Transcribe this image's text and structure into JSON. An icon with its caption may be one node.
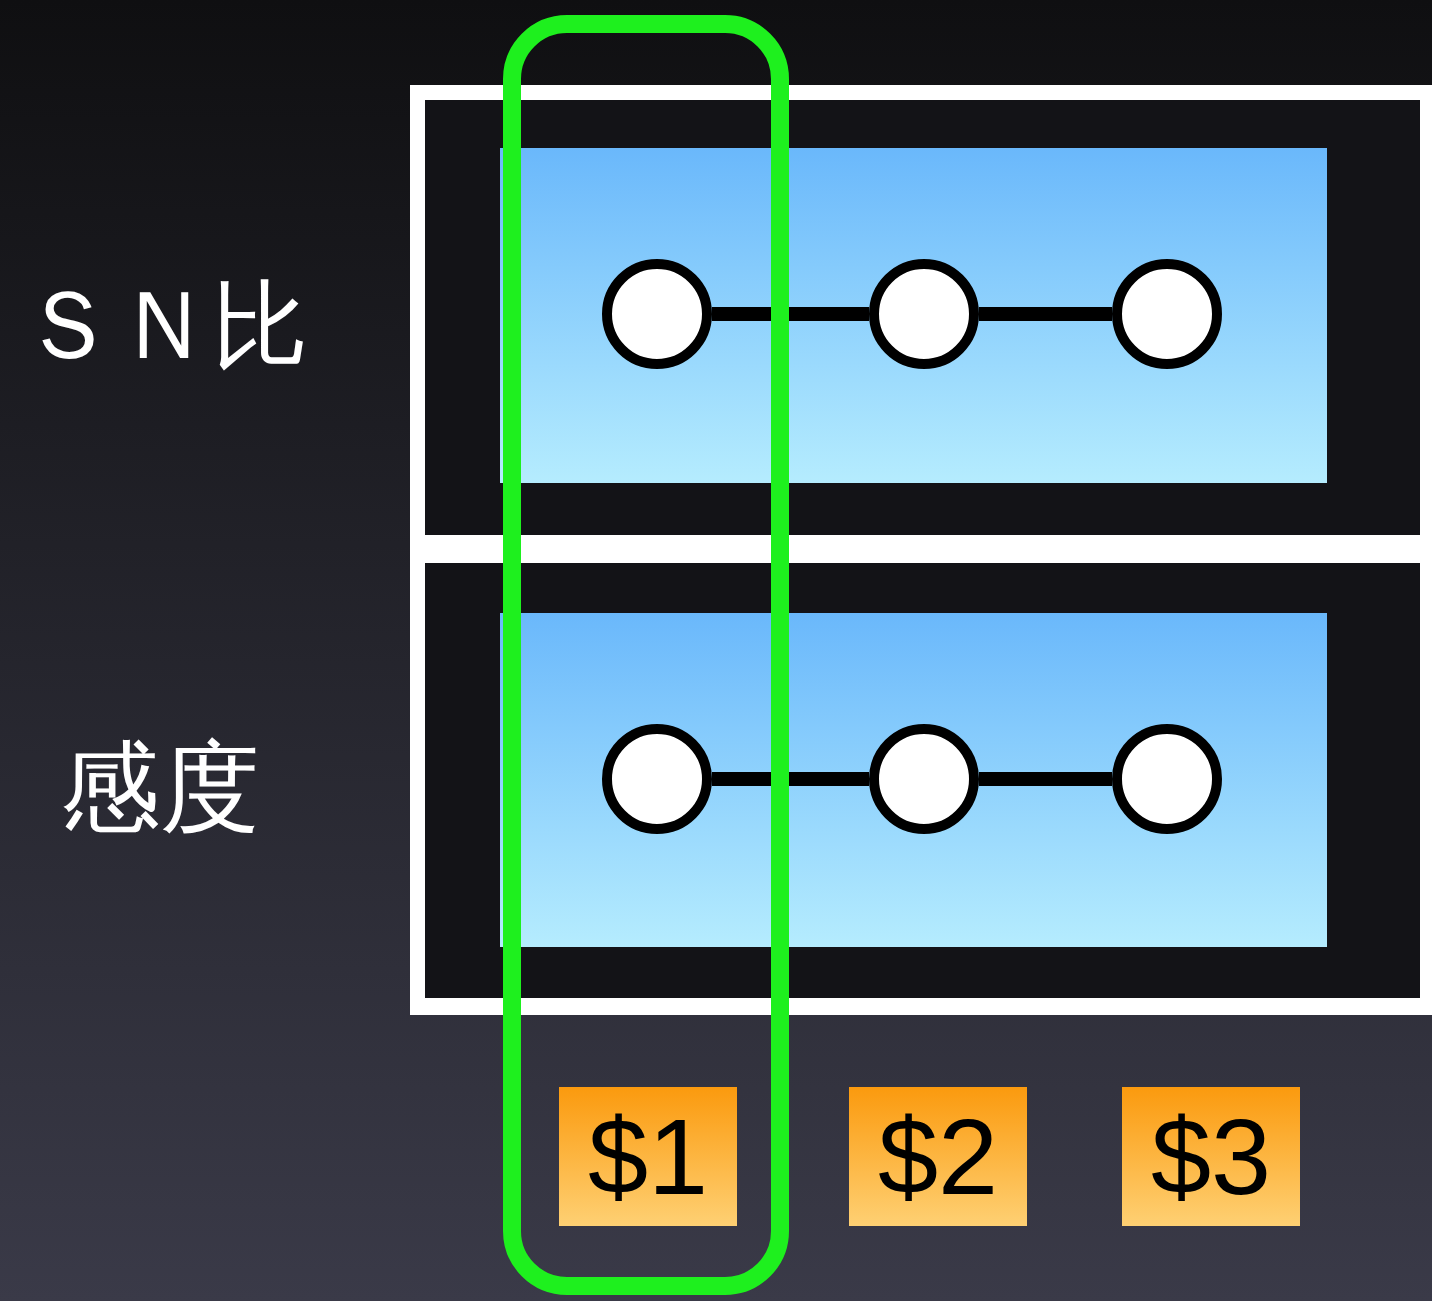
{
  "diagram": {
    "nodes": [
      {
        "text": [],
        "shape": "box"
      },
      {
        "text": [],
        "shape": "box",
        "in": 0
      },
      {
        "text": [],
        "shape": "bar",
        "in": 1
      },
      {
        "text": [],
        "shape": "circle",
        "in": 2
      },
      {
        "text": [],
        "shape": "circle",
        "in": 2
      },
      {
        "text": [],
        "shape": "circle",
        "in": 2
      },
      {
        "text": [],
        "shape": "box",
        "in": 0
      },
      {
        "text": [],
        "shape": "bar",
        "in": 6
      },
      {
        "text": [],
        "shape": "circle",
        "in": 7
      },
      {
        "text": [],
        "shape": "circle",
        "in": 7
      },
      {
        "text": [],
        "shape": "circle",
        "in": 7
      },
      {
        "text": [
          "$1"
        ]
      },
      {
        "text": [
          "$2"
        ]
      },
      {
        "text": [
          "$3"
        ]
      }
    ],
    "edges": [
      {
        "from": 3,
        "to": 4,
        "arrow": "none"
      },
      {
        "from": 4,
        "to": 5,
        "arrow": "none"
      },
      {
        "from": 8,
        "to": 9,
        "arrow": "none"
      },
      {
        "from": 9,
        "to": 10,
        "arrow": "none"
      }
    ],
    "labels": [
      "ＳＮ比",
      "感度"
    ]
  }
}
